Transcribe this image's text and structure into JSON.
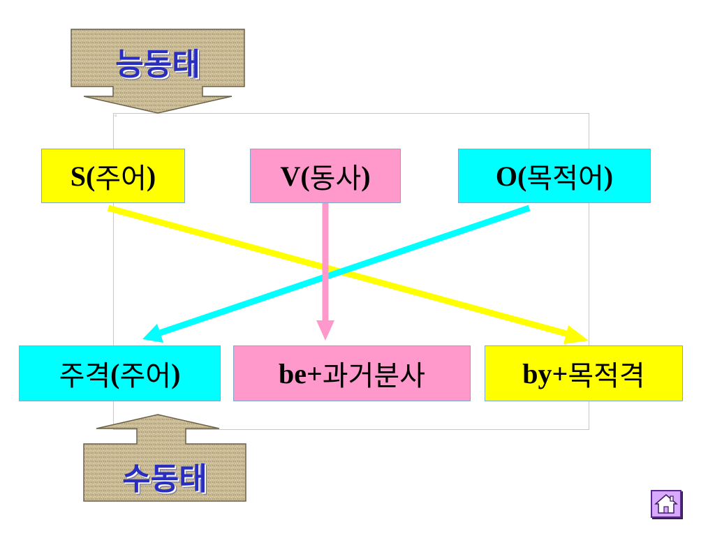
{
  "labels": {
    "active": "능동태",
    "passive": "수동태"
  },
  "active_boxes": {
    "subject": {
      "latin": "S",
      "open": "(",
      "korean": "주어",
      "close": ")"
    },
    "verb": {
      "latin": "V",
      "open": "(",
      "korean": "동사",
      "close": ")"
    },
    "object": {
      "latin": "O",
      "open": "(",
      "korean": "목적어",
      "close": ")"
    }
  },
  "passive_boxes": {
    "subject": {
      "korean": "주격",
      "open": "(",
      "inner": "주어",
      "close": ")"
    },
    "verb": {
      "latin": "be+",
      "korean": "과거분사"
    },
    "agent": {
      "latin": "by+",
      "korean": "목적격"
    }
  },
  "colors": {
    "yellow": "#ffff00",
    "pink": "#ff99cc",
    "cyan": "#00ffff",
    "label_text": "#2a2ec0",
    "parchment": "#c9bb96",
    "home_button": "#d9a8ff"
  },
  "icons": {
    "home": "home-icon"
  }
}
